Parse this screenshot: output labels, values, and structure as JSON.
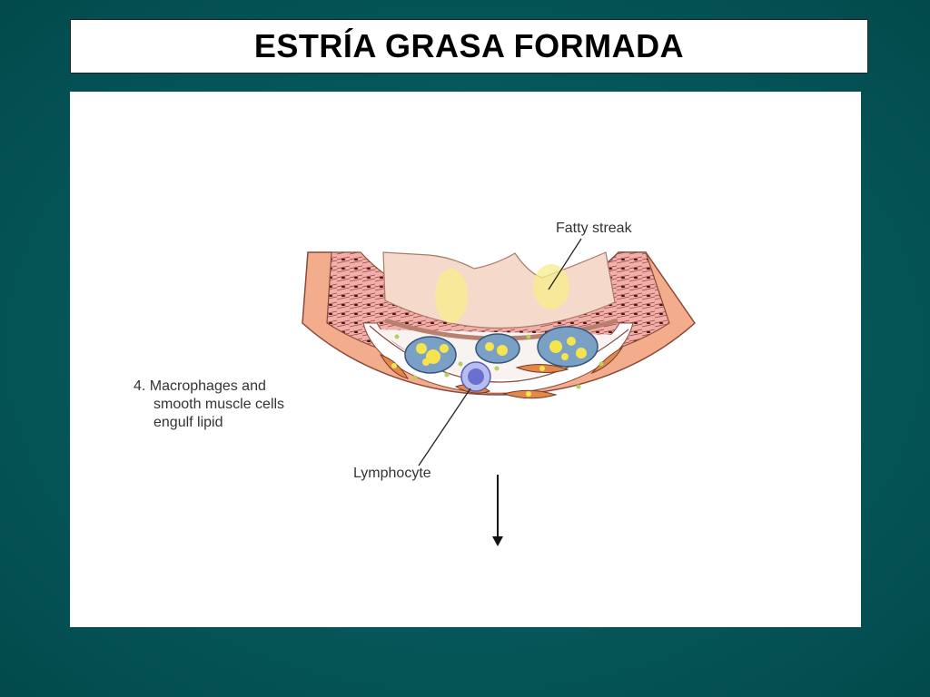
{
  "title": "ESTRÍA GRASA FORMADA",
  "labels": {
    "fatty_streak": "Fatty streak",
    "macrophages_line1": "4. Macrophages and",
    "macrophages_line2": "smooth muscle cells",
    "macrophages_line3": "engulf lipid",
    "lymphocyte": "Lymphocyte"
  },
  "colors": {
    "background": "#065a5c",
    "adventitia": "#f2a98a",
    "media": "#f0b4ae",
    "intima_lipid": "#f7dcc8",
    "fatty_yellow": "#f5e66a",
    "macrophage": "#7fa3c8",
    "lymphocyte": "#8d8fd6"
  }
}
